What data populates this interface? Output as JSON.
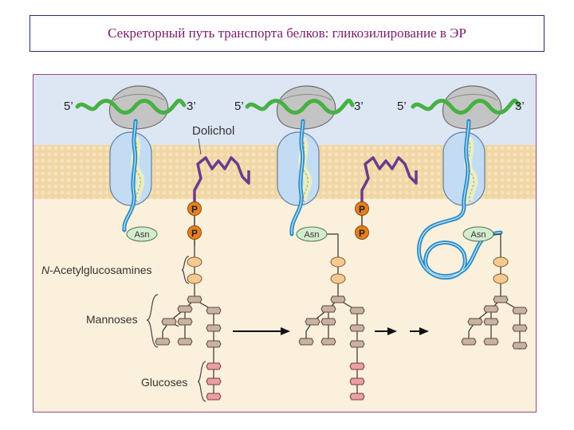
{
  "title": "Секреторный путь транспорта белков: гликозилирование в ЭР",
  "labels": {
    "five_prime": "5’",
    "three_prime": "3’",
    "dolichol": "Dolichol",
    "phosphate": "P",
    "asn": "Asn",
    "n_prefix": "N",
    "n_acetyl_rest": "-Acetylglucosamines",
    "mannoses": "Mannoses",
    "glucoses": "Glucoses"
  },
  "colors": {
    "cytosol": "#dde6f3",
    "membrane": "#f0d6a4",
    "lumen": "#fbf0dc",
    "mrna": "#47b043",
    "polypeptide": "#2a8cc8",
    "ribosome": "#c4c4c4",
    "translocon": "#c3dcf3",
    "dolichol": "#6a3c8c",
    "phosphate": "#e87f1c",
    "glcnac": "#f6c990",
    "mannose": "#c9b3a0",
    "glucose": "#e9a0a0"
  },
  "stages": [
    "stage-1",
    "stage-2",
    "stage-3"
  ]
}
